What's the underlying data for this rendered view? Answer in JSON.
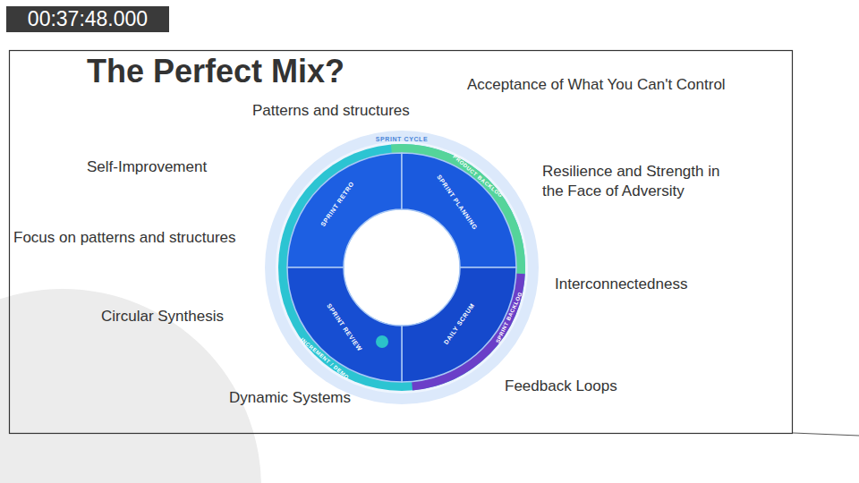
{
  "diagram": {
    "title": "The Perfect Mix?",
    "nodes": [
      {
        "text": [
          "SPRINT RETRO"
        ]
      },
      {
        "text": [
          "SPRINT PLANNING"
        ]
      },
      {
        "text": [
          "DAILY SCRUM"
        ]
      },
      {
        "text": [
          "SPRINT REVIEW"
        ]
      }
    ],
    "labels": [
      "00:37:48.000",
      "Acceptance of What You Can't Control",
      "Patterns and structures",
      "SPRINT CYCLE",
      "PRODUCT BACKLOG",
      "Self-Improvement",
      "Resilience and Strength in the Face of Adversity",
      "Focus on patterns and structures",
      "Interconnectedness",
      "Circular Synthesis",
      "SPRINT BACKLOG",
      "INCREMENT / DEMO",
      "Feedback Loops",
      "Dynamic Systems"
    ]
  }
}
